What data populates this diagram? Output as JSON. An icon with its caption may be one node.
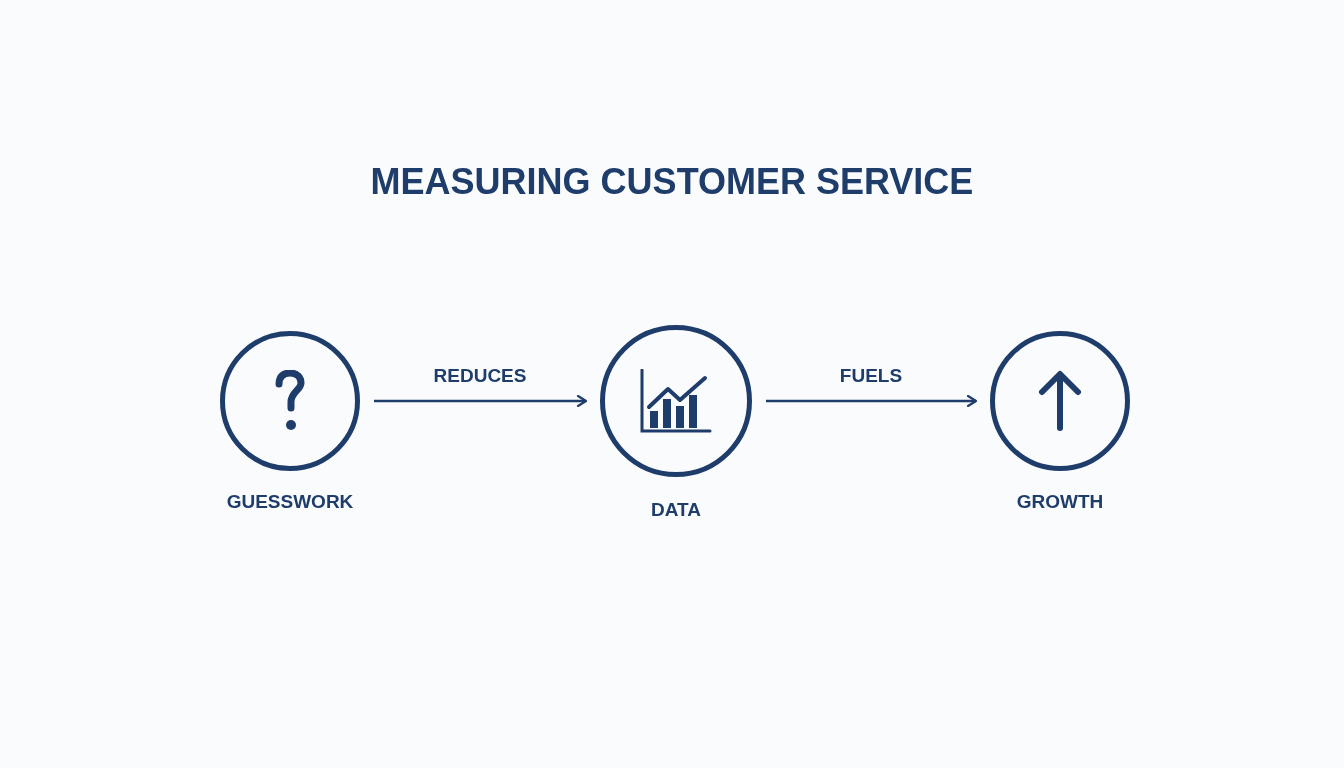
{
  "diagram": {
    "title": "MEASURING CUSTOMER SERVICE",
    "nodes": [
      {
        "text": [
          "GUESSWORK"
        ]
      },
      {
        "text": [
          "DATA"
        ]
      },
      {
        "text": [
          "GROWTH"
        ]
      }
    ],
    "edges": [
      {
        "from": 0,
        "to": 1,
        "arrow": "to",
        "label": "REDUCES"
      },
      {
        "from": 1,
        "to": 2,
        "arrow": "to",
        "label": "FUELS"
      }
    ]
  }
}
